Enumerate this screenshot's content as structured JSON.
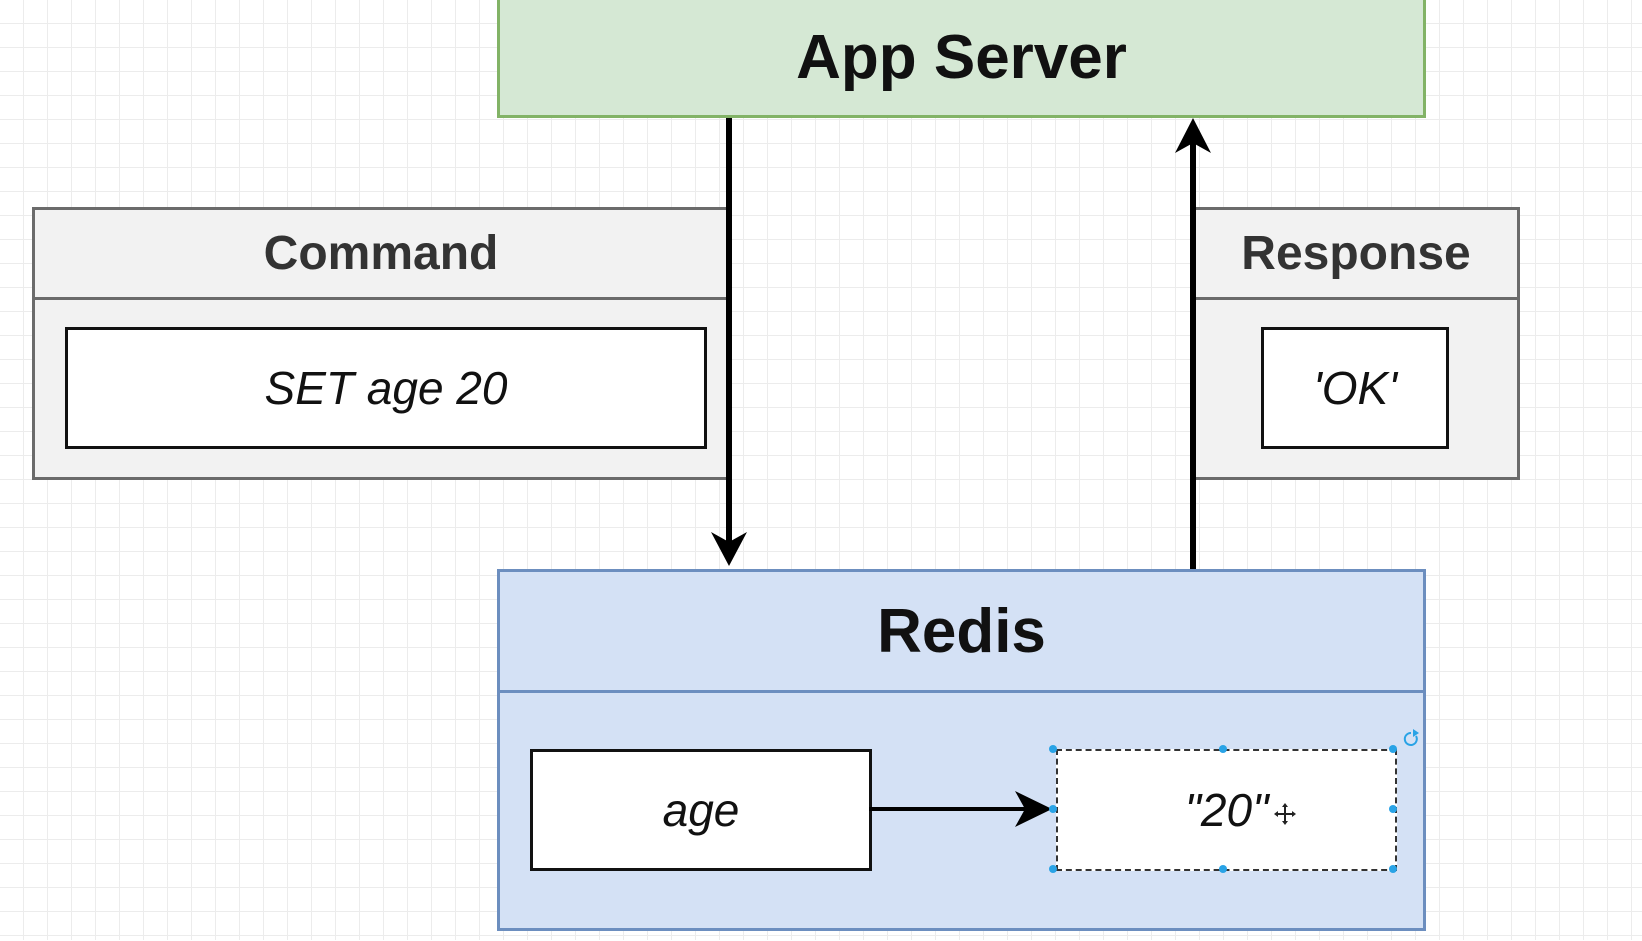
{
  "app_server": {
    "label": "App Server"
  },
  "command": {
    "header": "Command",
    "value": "SET age 20"
  },
  "response": {
    "header": "Response",
    "value": "'OK'"
  },
  "redis": {
    "header": "Redis",
    "key": "age",
    "value": "\"20\""
  },
  "colors": {
    "app_server_fill": "#d5e8d4",
    "app_server_stroke": "#82b366",
    "redis_fill": "#d4e1f5",
    "redis_stroke": "#6c8ebf",
    "panel_fill": "#f2f2f2",
    "selection_handle": "#29a3e6"
  },
  "icons": [
    "rotate-handle-icon",
    "move-cursor-icon"
  ]
}
